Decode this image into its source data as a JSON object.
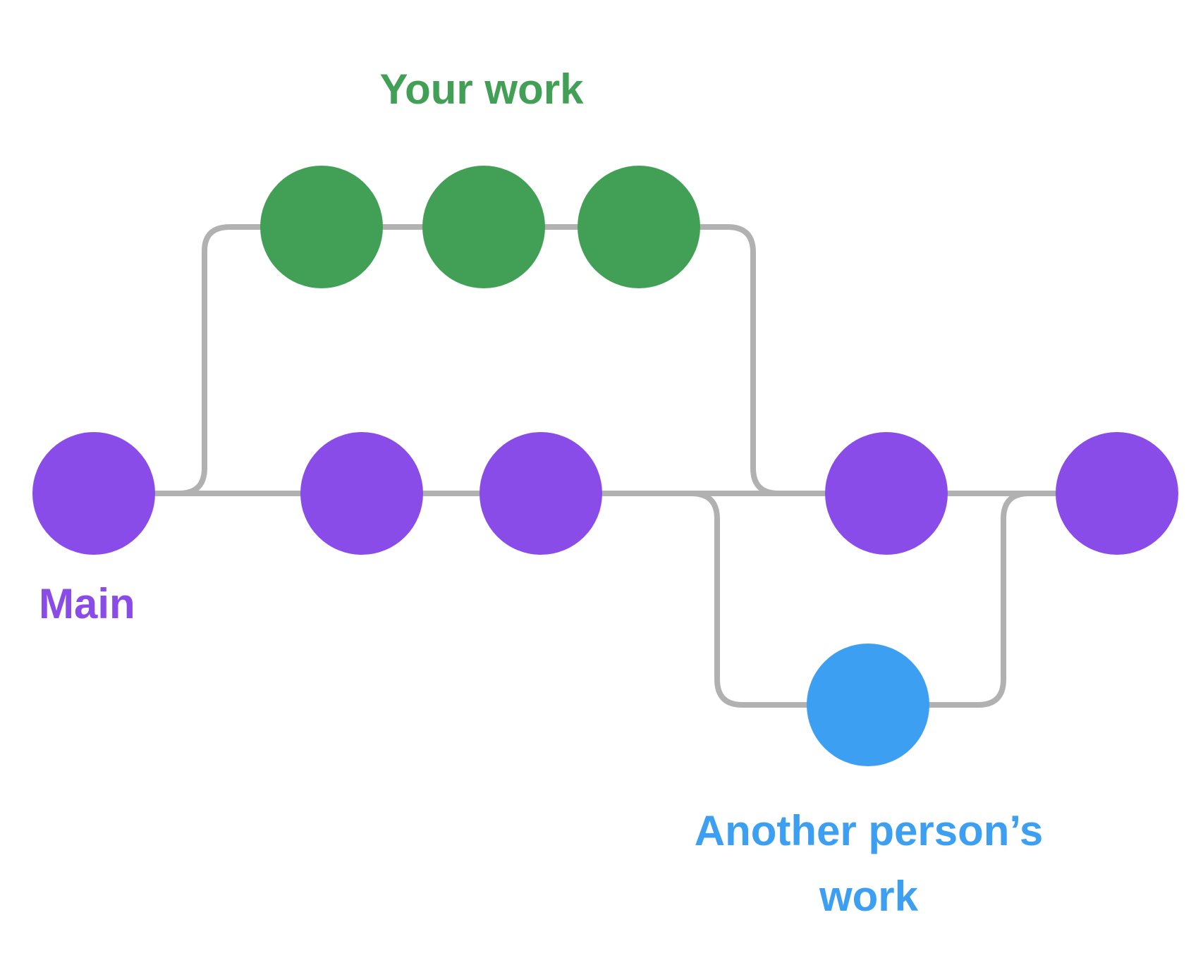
{
  "labels": {
    "main": "Main",
    "your_work": "Your work",
    "another_person": "Another person’s work"
  },
  "colors": {
    "main_branch": "#8a4ce9",
    "your_work_branch": "#42a056",
    "other_work_branch": "#3c9ff2",
    "connector_line": "#b1b1b1",
    "background": "#ffffff"
  },
  "graph": {
    "branches": [
      {
        "label": "Main",
        "color": "#8a4ce9",
        "commit_count": 5
      },
      {
        "label": "Your work",
        "color": "#42a056",
        "commit_count": 3,
        "branches_from": "Main",
        "merges_into": "Main"
      },
      {
        "label": "Another person’s work",
        "color": "#3c9ff2",
        "commit_count": 1,
        "branches_from": "Main",
        "merges_into": "Main"
      }
    ]
  }
}
